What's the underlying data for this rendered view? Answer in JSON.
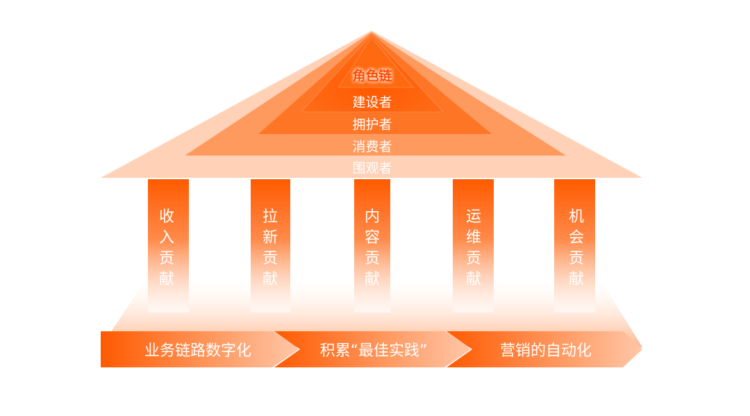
{
  "pyramid": {
    "title": "角色链",
    "levels": [
      "建设者",
      "拥护者",
      "消费者",
      "围观者"
    ]
  },
  "pillars": [
    "收入贡献",
    "拉新贡献",
    "内容贡献",
    "运维贡献",
    "机会贡献"
  ],
  "foundation": [
    "业务链路数字化",
    "积累“最佳实践”",
    "营销的自动化"
  ],
  "colors": {
    "primary": "#ff5a00",
    "mid": "#ff7a2e",
    "light": "#ff9a5e",
    "pale": "#ffd2b8"
  }
}
